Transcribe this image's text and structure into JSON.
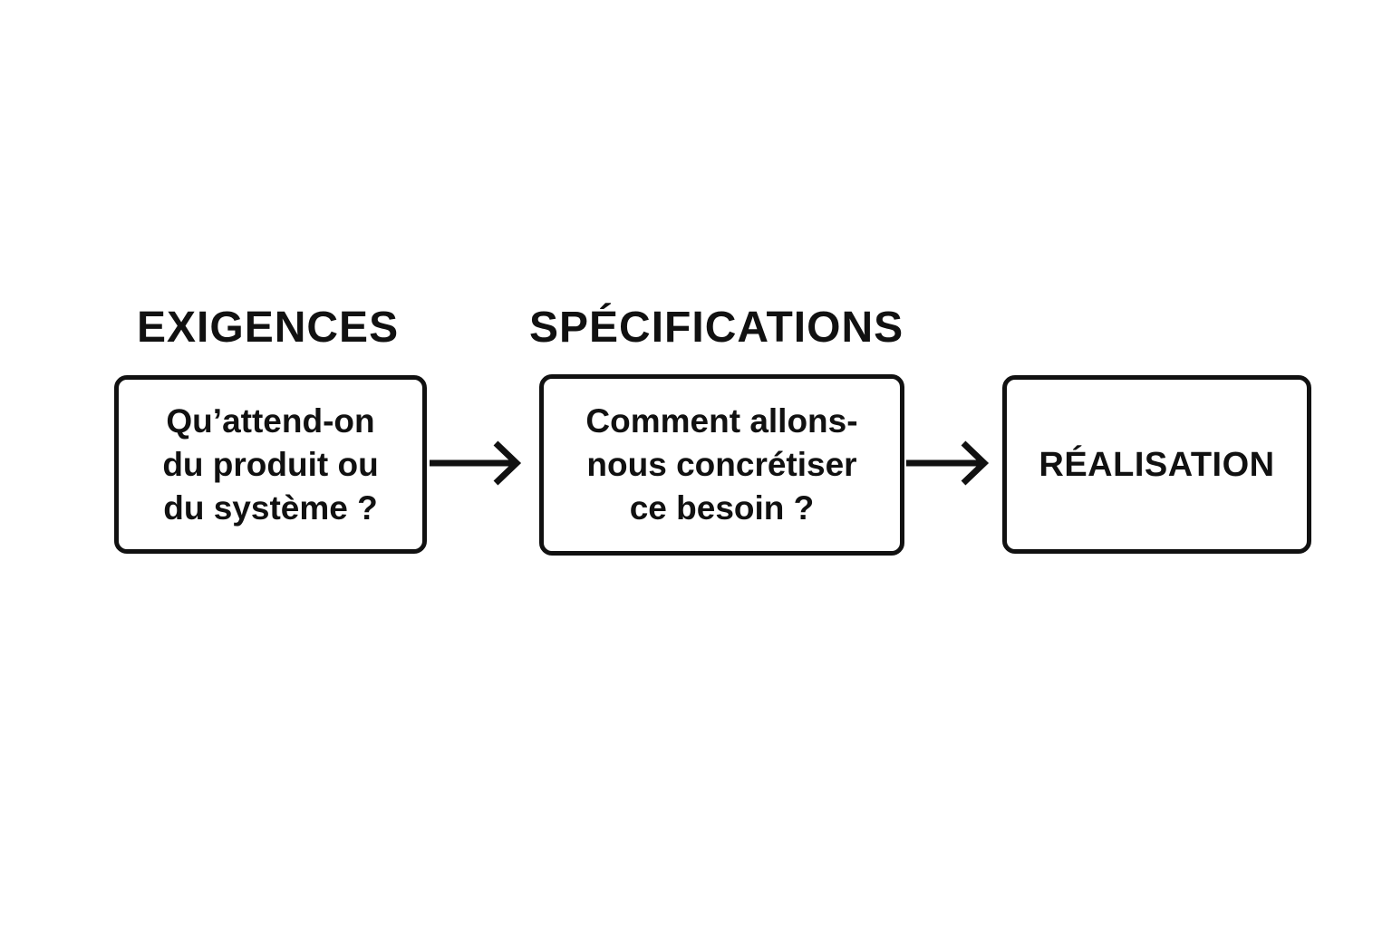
{
  "colors": {
    "ink": "#111111",
    "background": "#ffffff"
  },
  "diagram": {
    "stages": [
      {
        "heading": "EXIGENCES",
        "lines": [
          "Qu’attend-on",
          "du produit ou",
          "du système ?"
        ]
      },
      {
        "heading": "SPÉCIFICATIONS",
        "lines": [
          "Comment allons-",
          "nous concrétiser",
          "ce besoin ?"
        ]
      },
      {
        "heading": "",
        "lines": [
          "RÉALISATION"
        ]
      }
    ],
    "arrows": [
      {
        "icon": "right-arrow"
      },
      {
        "icon": "right-arrow"
      }
    ]
  }
}
